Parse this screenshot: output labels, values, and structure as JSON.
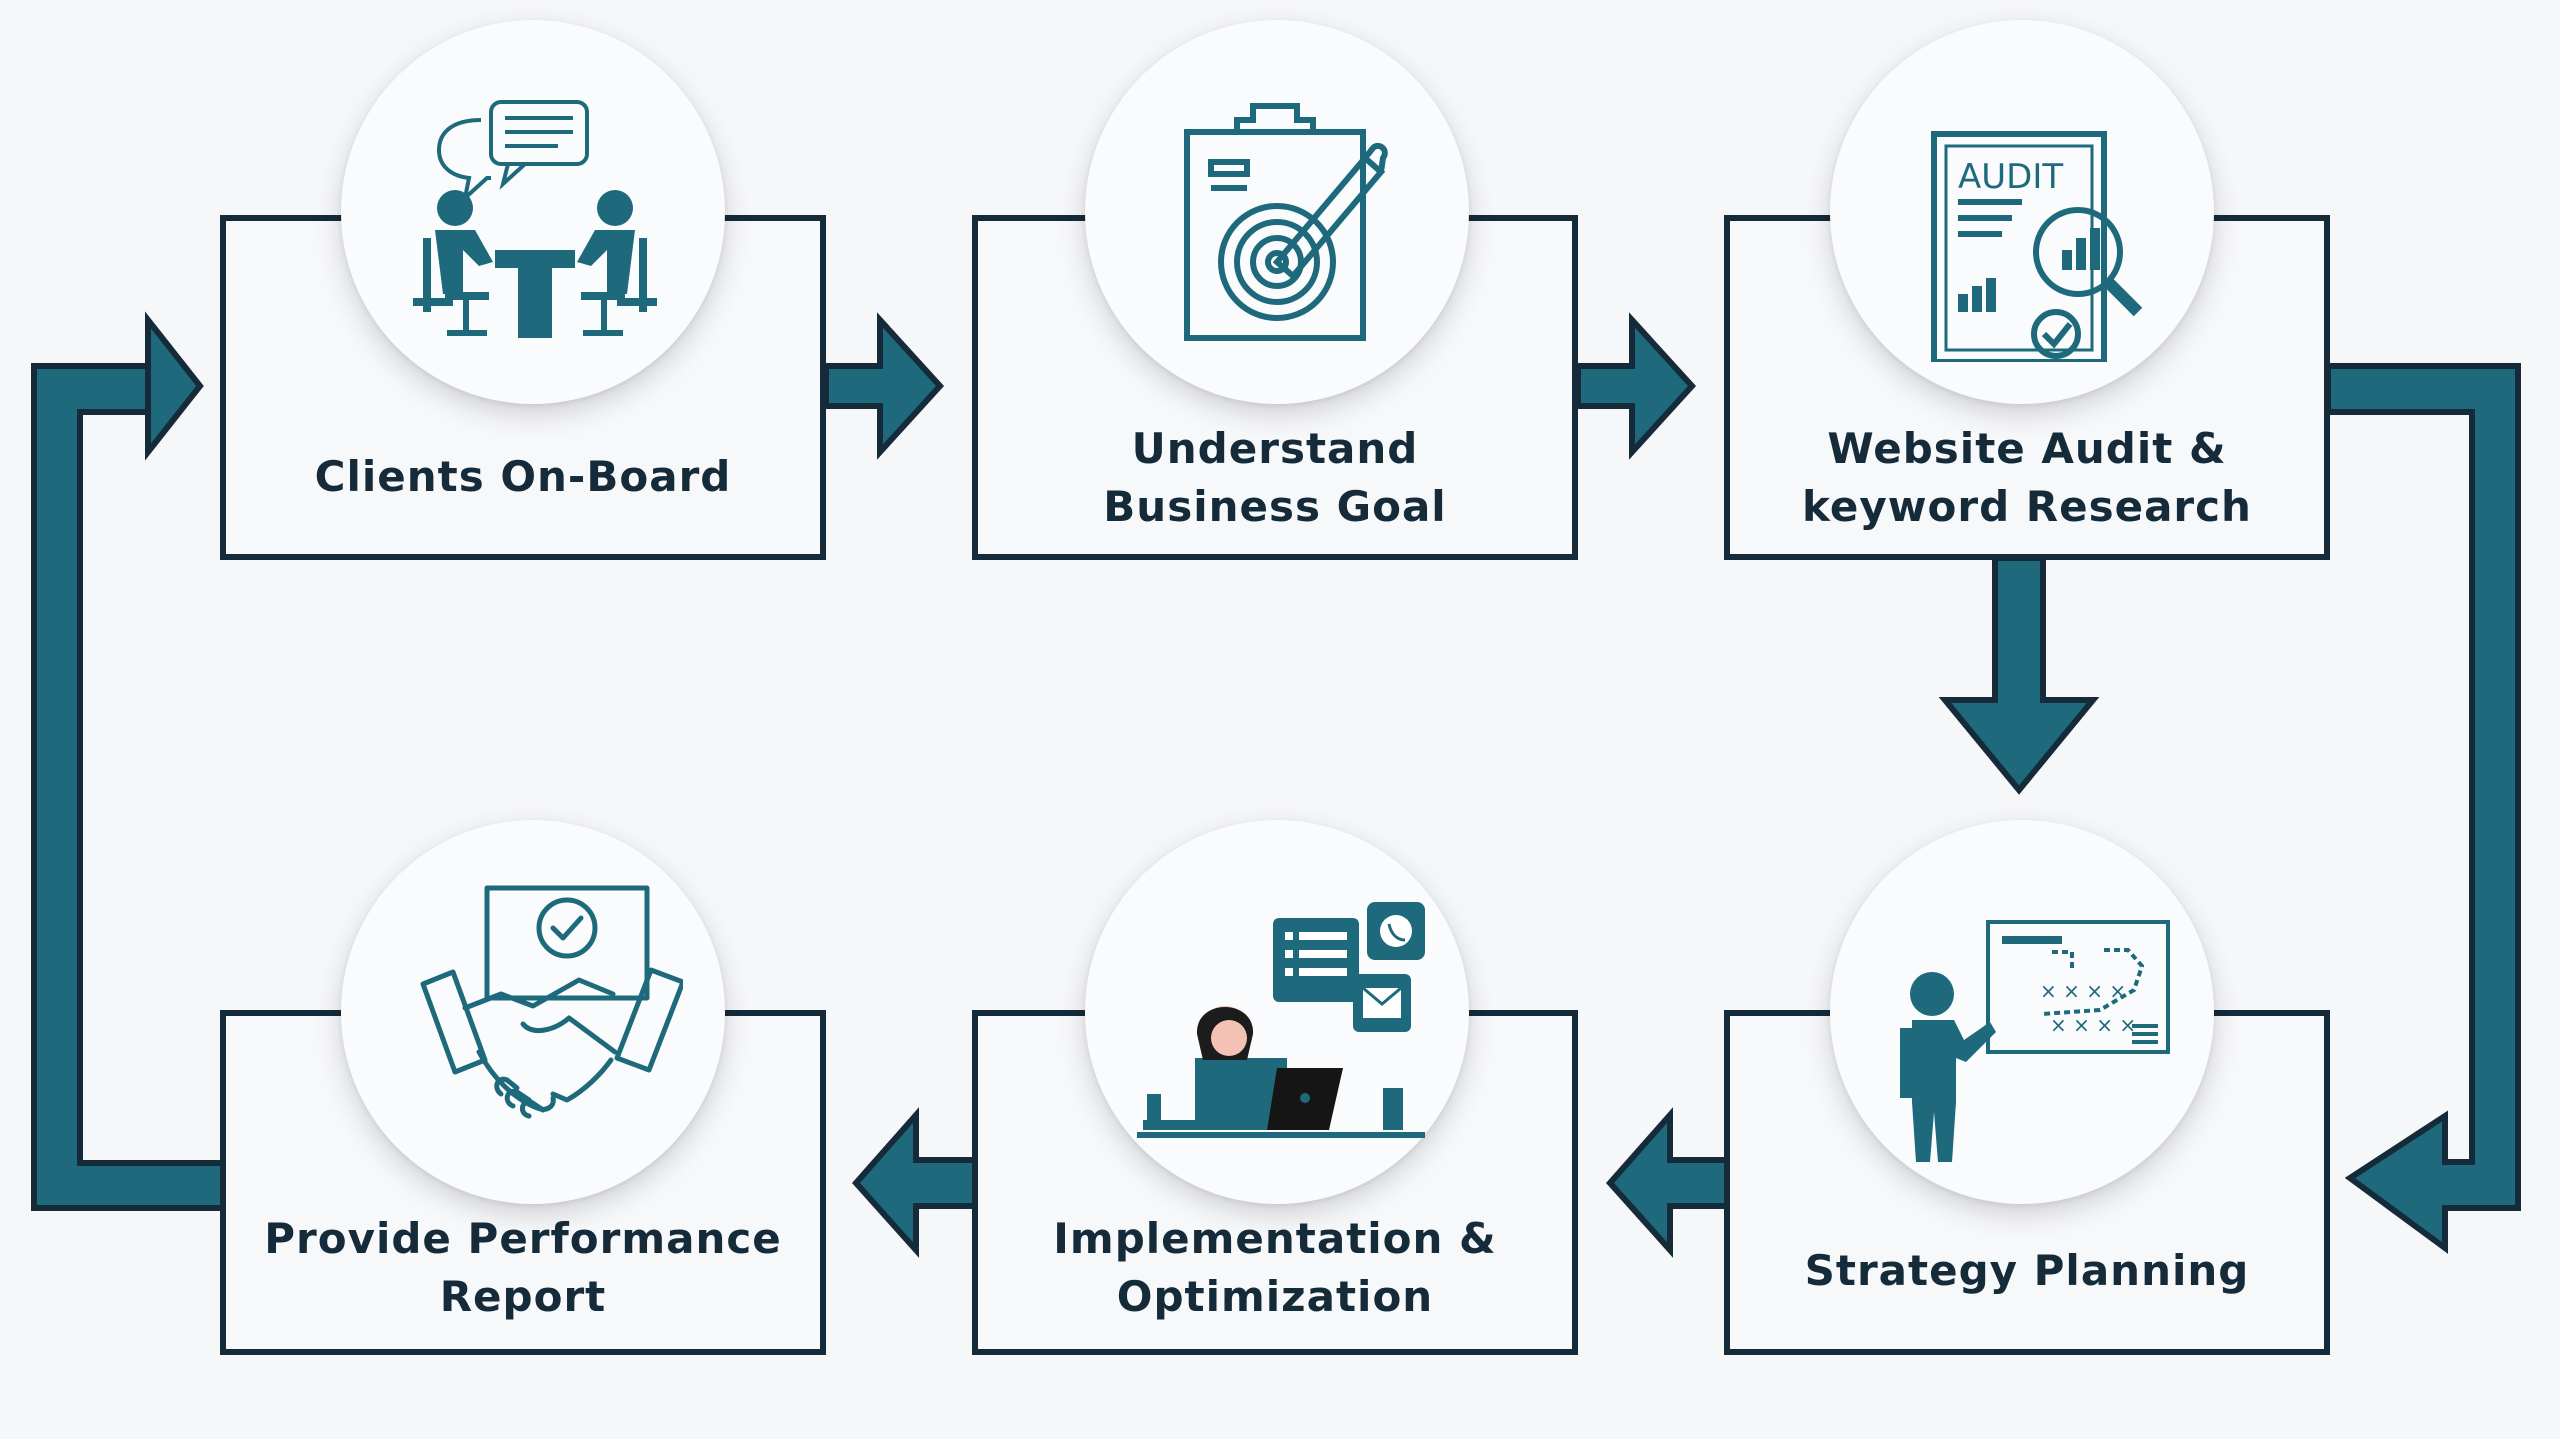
{
  "colors": {
    "teal": "#1e6a7c",
    "navy": "#152b3a",
    "background": "#f6f7f9"
  },
  "steps": [
    {
      "id": "clients-onboard",
      "lines": [
        "Clients On-Board"
      ],
      "icon": "meeting-icon"
    },
    {
      "id": "understand-business-goal",
      "lines": [
        "Understand",
        "Business Goal"
      ],
      "icon": "target-clipboard-icon"
    },
    {
      "id": "website-audit",
      "lines": [
        "Website Audit &",
        "keyword Research"
      ],
      "icon": "audit-report-icon"
    },
    {
      "id": "strategy-planning",
      "lines": [
        "Strategy Planning"
      ],
      "icon": "strategy-board-icon"
    },
    {
      "id": "implementation",
      "lines": [
        "Implementation &",
        "Optimization"
      ],
      "icon": "laptop-worker-icon"
    },
    {
      "id": "performance-report",
      "lines": [
        "Provide Performance",
        "Report"
      ],
      "icon": "handshake-icon"
    }
  ],
  "icons": {
    "audit_text": "AUDIT",
    "board_marks_top": "× × × ×",
    "board_marks_bottom": "× × × ×"
  }
}
